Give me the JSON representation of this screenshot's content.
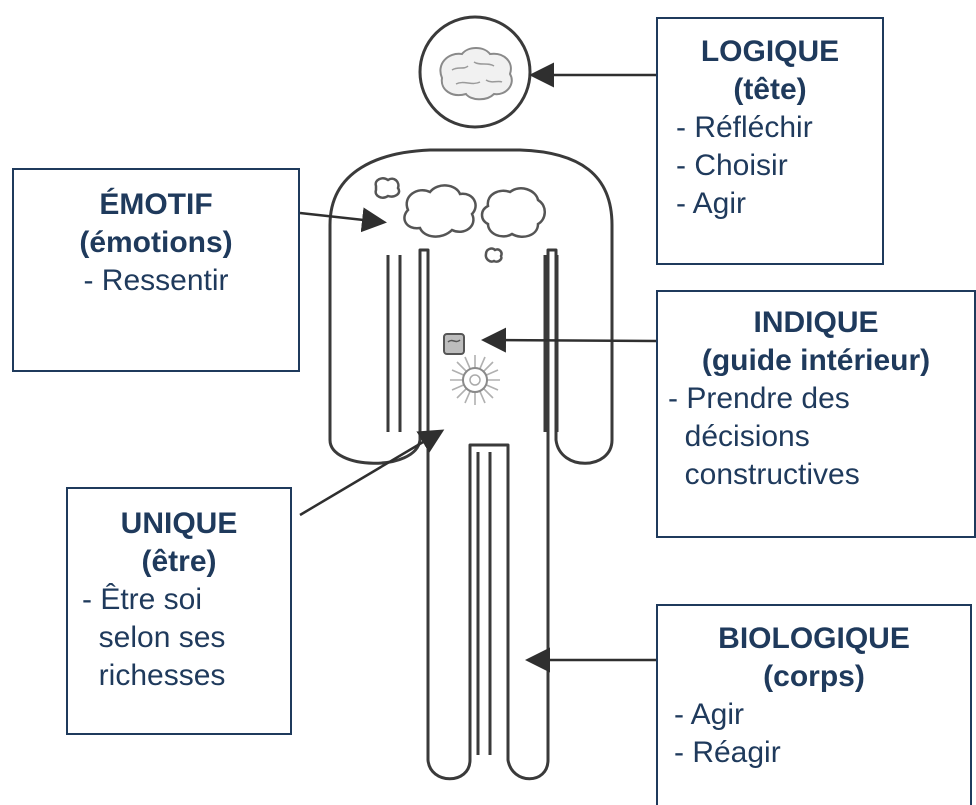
{
  "boxes": {
    "logique": {
      "title": "LOGIQUE",
      "subtitle": "(tête)",
      "items": [
        "- Réfléchir",
        "- Choisir",
        "- Agir"
      ]
    },
    "emotif": {
      "title": "ÉMOTIF",
      "subtitle": "(émotions)",
      "items": [
        "- Ressentir"
      ]
    },
    "indique": {
      "title": "INDIQUE",
      "subtitle": "(guide intérieur)",
      "items": [
        "- Prendre des",
        "  décisions",
        "  constructives"
      ]
    },
    "unique": {
      "title": "UNIQUE",
      "subtitle": "(être)",
      "items": [
        "- Être soi",
        "  selon ses",
        "  richesses"
      ]
    },
    "biologique": {
      "title": "BIOLOGIQUE",
      "subtitle": "(corps)",
      "items": [
        "- Agir",
        "- Réagir"
      ]
    }
  },
  "colors": {
    "box_border": "#1f3a5c",
    "box_text": "#1f3a5c",
    "figure_outline": "#3a3a3a",
    "arrow": "#2f2f2f"
  },
  "icons": {
    "head": "brain-icon",
    "chest": "cloud-icon",
    "heart": "heart-icon",
    "center": "sun-icon"
  }
}
